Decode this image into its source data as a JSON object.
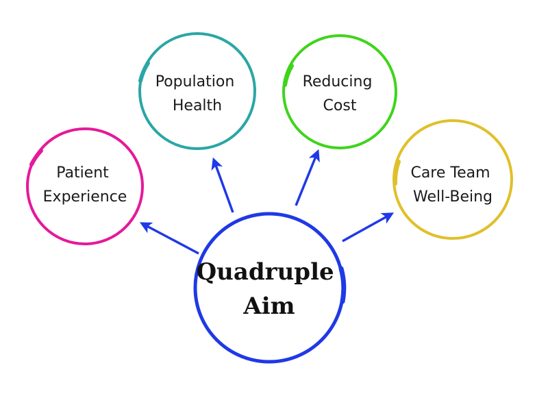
{
  "diagram": {
    "center": {
      "line1": "Quadruple",
      "line2": "Aim",
      "color": "#1f39e6"
    },
    "nodes": [
      {
        "id": "patient-experience",
        "line1": "Patient",
        "line2": "Experience",
        "color": "#e5199a"
      },
      {
        "id": "population-health",
        "line1": "Population",
        "line2": "Health",
        "color": "#2aa6a6"
      },
      {
        "id": "reducing-cost",
        "line1": "Reducing",
        "line2": "Cost",
        "color": "#3fd41c"
      },
      {
        "id": "care-team-well-being",
        "line1": "Care Team",
        "line2": "Well-Being",
        "color": "#e0c02a"
      }
    ],
    "arrow_color": "#1f39e6"
  }
}
